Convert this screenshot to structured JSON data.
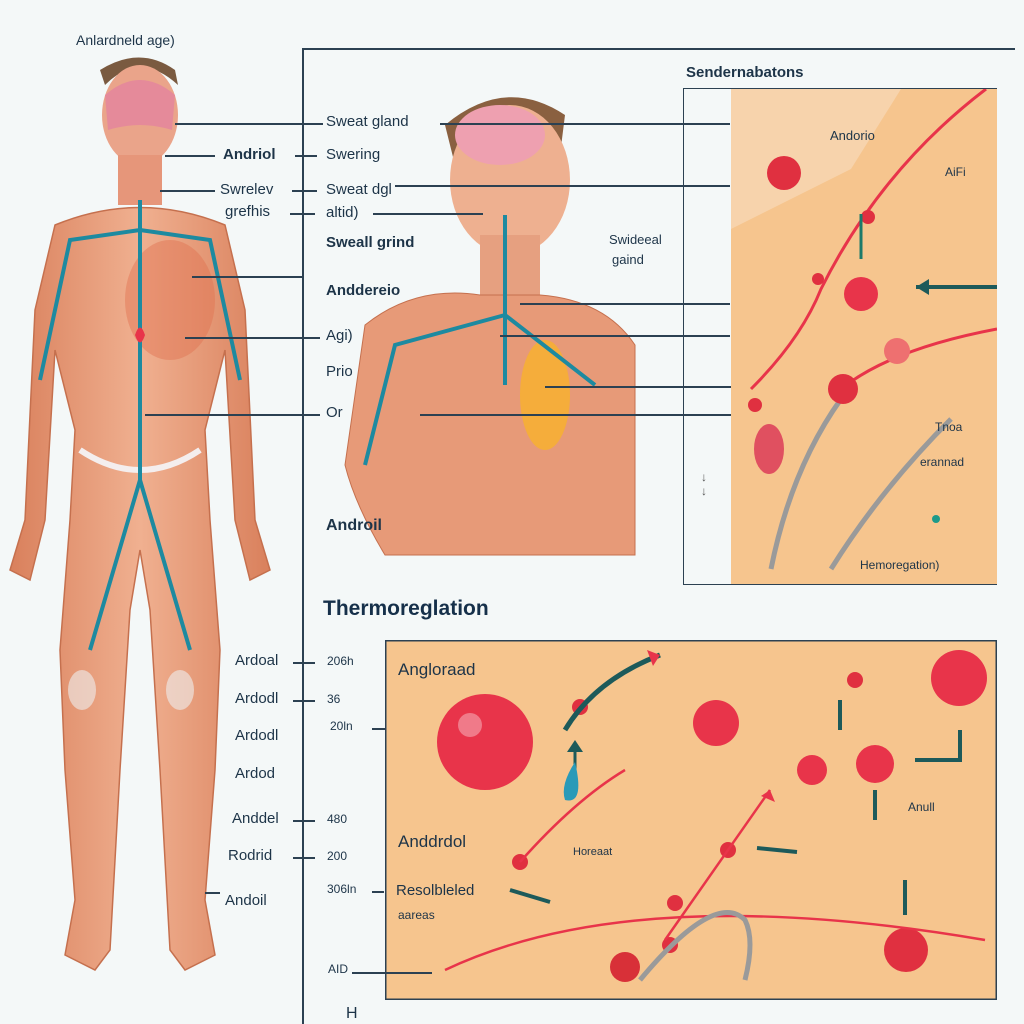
{
  "figure_title": "Anlardneld age)",
  "center_labels": {
    "sweat_gland": "Sweat gland",
    "andriol": "Andriol",
    "swering": "Swering",
    "swrelev": "Swrelev",
    "grefhis": "grefhis",
    "sweat_dgl": "Sweat dgl",
    "altid": "altid)",
    "sweall_grind": "Sweall grind",
    "anddereio": "Anddereio",
    "agi": "Agi)",
    "prio": "Prio",
    "or": "Or",
    "androil": "Androil"
  },
  "inset": {
    "title": "Sendernabatons",
    "side_label_1": "Swideeal",
    "side_label_2": "gaind",
    "andorio": "Andorio",
    "aifi": "AiFi",
    "tnoa": "Tnoa",
    "erannad": "erannad",
    "hemoregation": "Hemoregation)"
  },
  "section_title": "Thermoreglation",
  "legend_rows": [
    {
      "name": "Ardoal",
      "value": "206h"
    },
    {
      "name": "Ardodl",
      "value": "36"
    },
    {
      "name": "Ardodl",
      "value": "20ln"
    },
    {
      "name": "Ardod",
      "value": ""
    },
    {
      "name": "Anddel",
      "value": "480"
    },
    {
      "name": "Rodrid",
      "value": "200"
    },
    {
      "name": "Andoil",
      "value": "306ln"
    }
  ],
  "bottom_panel": {
    "angloraad": "Angloraad",
    "anddrdol": "Anddrdol",
    "resolbleled": "Resolbleled",
    "aareas": "aareas",
    "horeaat": "Horeaat",
    "anull": "Anull",
    "aid": "AID",
    "h": "H"
  },
  "colors": {
    "skin": "#e79a78",
    "vein": "#1d8aa0",
    "artery": "#e8344a",
    "panel": "#f6c58e",
    "ink": "#1d3448"
  }
}
